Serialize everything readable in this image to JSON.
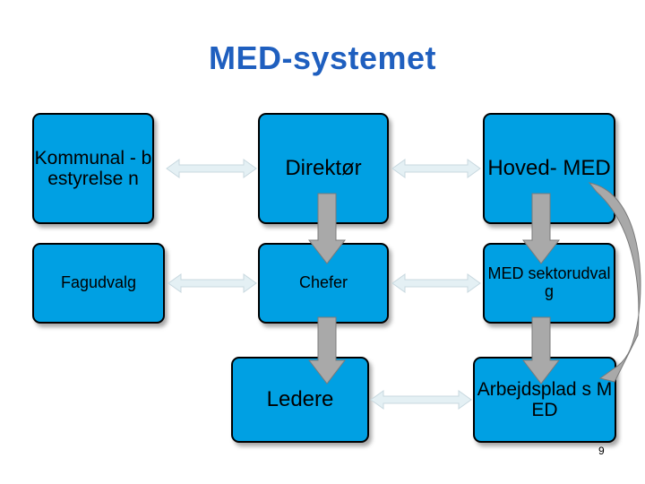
{
  "title": "MED-systemet",
  "nodes": {
    "kommunalbestyrelse": "Kommunal - bestyrelse n",
    "fagudvalg": "Fagudvalg",
    "direktor": "Direktør",
    "chefer": "Chefer",
    "ledere": "Ledere",
    "hoved_med": "Hoved- MED",
    "med_sektorudvalg": "MED sektorudvalg",
    "arbejdsplads_med": "Arbejdsplad s MED"
  },
  "page_number": "9",
  "colors": {
    "title": "#1f5fbf",
    "box_fill": "#00a0e3",
    "box_border": "#000000",
    "arrow_fill": "#a9a9a9",
    "connector_fill": "#e4f0f4"
  }
}
